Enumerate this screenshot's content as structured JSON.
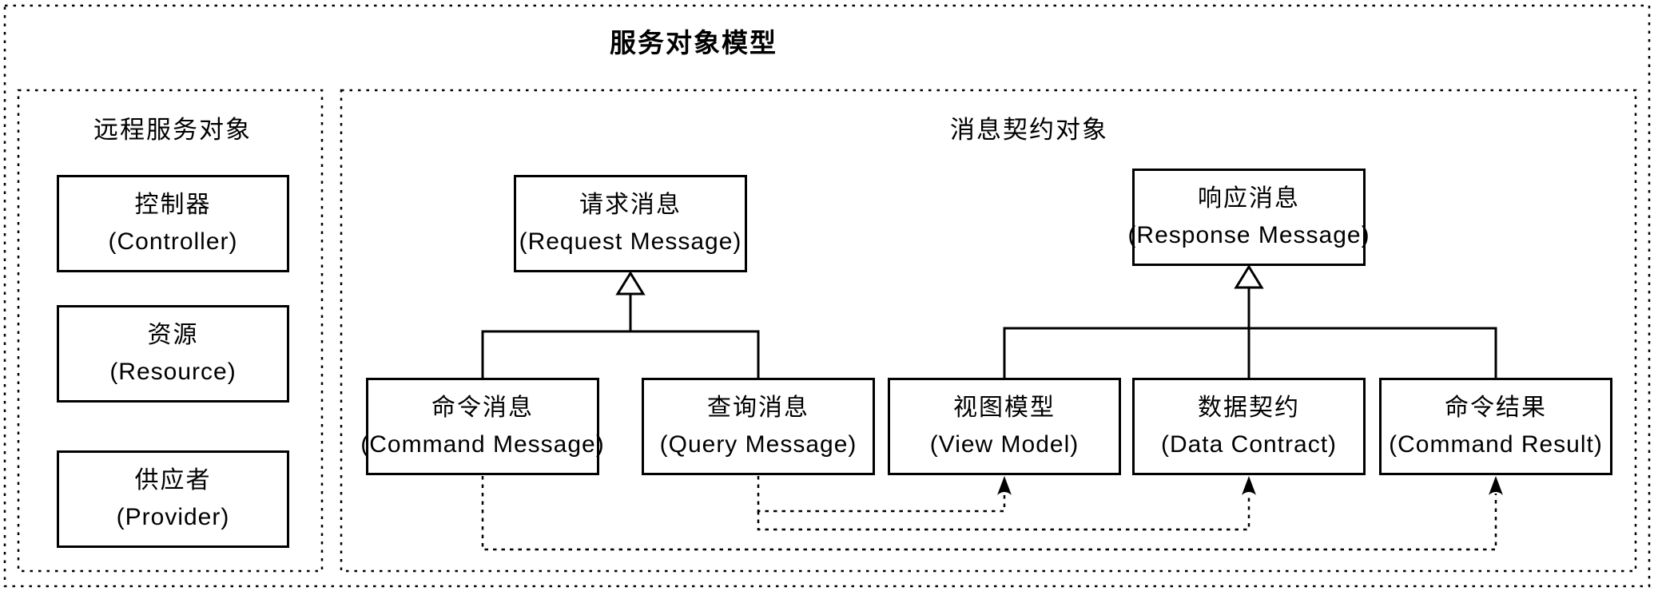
{
  "title": "服务对象模型",
  "groups": {
    "remote": {
      "label": "远程服务对象"
    },
    "message": {
      "label": "消息契约对象"
    }
  },
  "nodes": {
    "controller": {
      "zh": "控制器",
      "en": "(Controller)"
    },
    "resource": {
      "zh": "资源",
      "en": "(Resource)"
    },
    "provider": {
      "zh": "供应者",
      "en": "(Provider)"
    },
    "request": {
      "zh": "请求消息",
      "en": "(Request Message)"
    },
    "response": {
      "zh": "响应消息",
      "en": "(Response Message)"
    },
    "command": {
      "zh": "命令消息",
      "en": "(Command Message)"
    },
    "query": {
      "zh": "查询消息",
      "en": "(Query Message)"
    },
    "view_model": {
      "zh": "视图模型",
      "en": "(View Model)"
    },
    "data_contract": {
      "zh": "数据契约",
      "en": "(Data Contract)"
    },
    "command_result": {
      "zh": "命令结果",
      "en": "(Command Result)"
    }
  },
  "relations": {
    "generalizations": [
      {
        "from": "command",
        "to": "request"
      },
      {
        "from": "query",
        "to": "request"
      },
      {
        "from": "view_model",
        "to": "response"
      },
      {
        "from": "data_contract",
        "to": "response"
      },
      {
        "from": "command_result",
        "to": "response"
      }
    ],
    "dependencies": [
      {
        "from": "query",
        "to": "view_model"
      },
      {
        "from": "query",
        "to": "data_contract"
      },
      {
        "from": "command",
        "to": "command_result"
      }
    ]
  },
  "colors": {
    "line": "#000000",
    "text": "#000000",
    "background": "#ffffff"
  }
}
